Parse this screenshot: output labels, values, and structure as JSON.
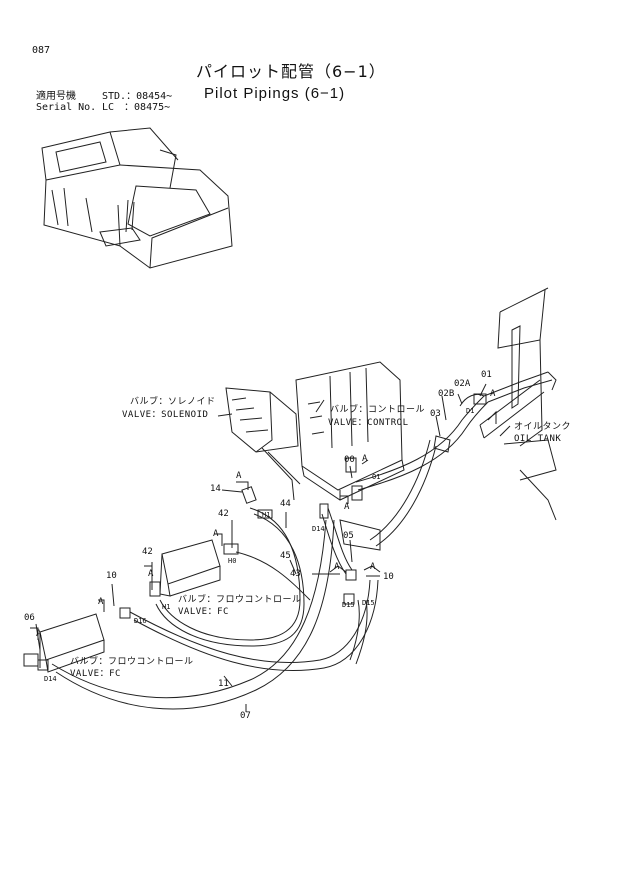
{
  "header": {
    "page_number": "087",
    "title_jp": "パイロット配管（6−1）",
    "title_en": "Pilot Pipings (6−1)",
    "applicable_label": "適用号機",
    "serial_label": "Serial No.",
    "std_code": "STD.：08454∼",
    "lc_code": "LC　：08475∼"
  },
  "labels": {
    "solenoid_jp": "バルブ：ソレノイド",
    "solenoid_en": "VALVE：SOLENOID",
    "control_jp": "バルブ：コントロール",
    "control_en": "VALVE：CONTROL",
    "oiltank_jp": "オイルタンク",
    "oiltank_en": "OIL TANK",
    "fc1_jp": "バルブ：フロウコントロール",
    "fc1_en": "VALVE：FC",
    "fc2_jp": "バルブ：フロウコントロール",
    "fc2_en": "VALVE：FC"
  },
  "parts": {
    "p01": "01",
    "p02a": "02A",
    "p02b": "02B",
    "p03": "03",
    "p00": "00",
    "p14": "14",
    "p44": "44",
    "p42a": "42",
    "p42b": "42",
    "p45": "45",
    "p43": "43",
    "p05": "05",
    "p10a": "10",
    "p10b": "10",
    "p06": "06",
    "p11": "11",
    "p07": "07"
  },
  "view_marks": {
    "a1": "A",
    "a2": "A",
    "a3": "A",
    "a4": "A",
    "a5": "A",
    "a6": "A",
    "a7": "A",
    "a8": "A",
    "a9": "A",
    "a10": "A"
  },
  "port_marks": {
    "h1a": "H1",
    "h0": "H0",
    "h1b": "H1",
    "d14a": "D14",
    "d15a": "D15",
    "d16": "D16",
    "d15b": "D15",
    "d14b": "D14",
    "d1": "D1",
    "o1": "O1"
  }
}
